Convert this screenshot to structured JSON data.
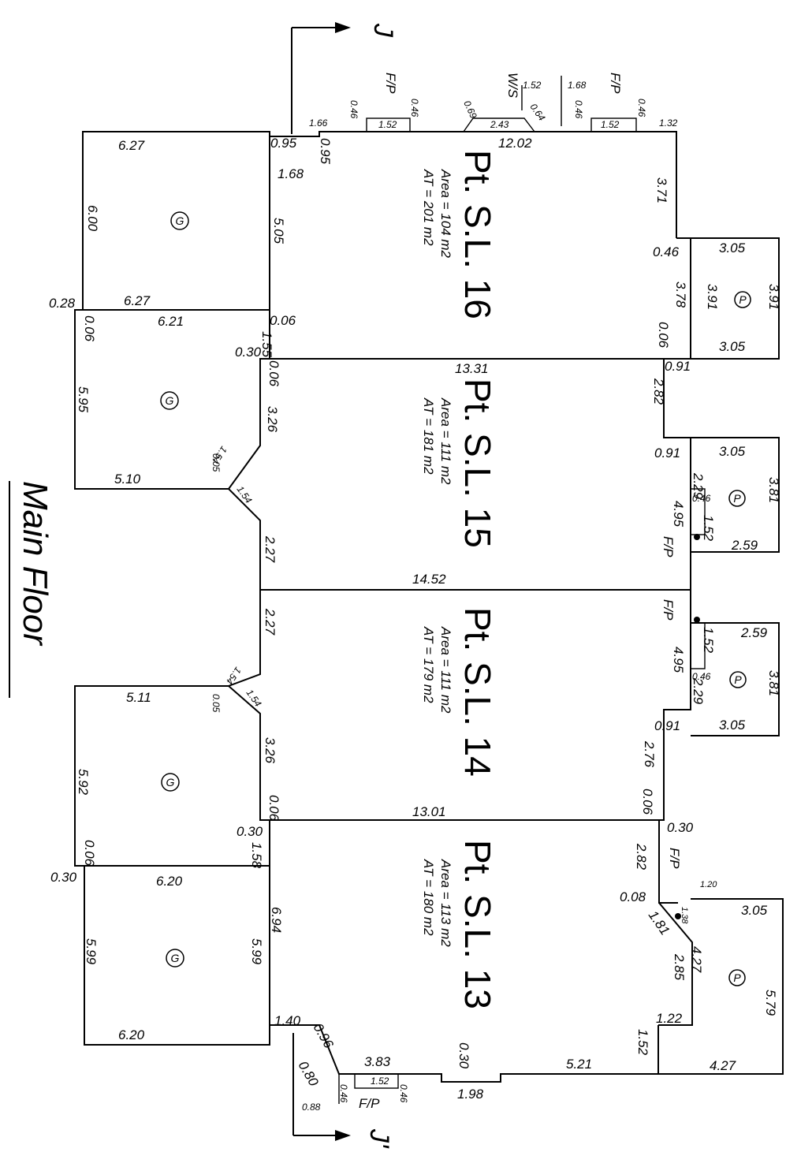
{
  "drawing": {
    "title": "Main Floor",
    "section_top": "J",
    "section_bottom": "J'",
    "units": [
      {
        "id": "16",
        "label": "Pt. S.L. 16",
        "area": "Area = 104 m2",
        "at": "AT = 201 m2"
      },
      {
        "id": "15",
        "label": "Pt. S.L. 15",
        "area": "Area = 111 m2",
        "at": "AT = 181 m2"
      },
      {
        "id": "14",
        "label": "Pt. S.L. 14",
        "area": "Area = 111 m2",
        "at": "AT = 179 m2"
      },
      {
        "id": "13",
        "label": "Pt. S.L. 13",
        "area": "Area = 113 m2",
        "at": "AT = 180 m2"
      }
    ],
    "garage_symbol": "G",
    "parking_symbol": "P",
    "fireplace": "F/P",
    "washer_sink": "W/S",
    "dims": {
      "d1202": "12.02",
      "d1331": "13.31",
      "d1452": "14.52",
      "d1301": "13.01",
      "d627a": "6.27",
      "d627b": "6.27",
      "d600": "6.00",
      "d505": "5.05",
      "d168": "1.68",
      "d095a": "0.95",
      "d095b": "0.95",
      "d166": "1.66",
      "d028": "0.28",
      "d621": "6.21",
      "d006a": "0.06",
      "d595": "5.95",
      "d510": "5.10",
      "d006b": "0.06",
      "d030a": "0.30",
      "d155": "1.55",
      "d006c": "0.06",
      "d326a": "3.26",
      "d154a": "1.54",
      "d005a": "0.05",
      "d154b": "1.54",
      "d227a": "2.27",
      "d227b": "2.27",
      "d154c": "1.54",
      "d154d": "1.54",
      "d005b": "0.05",
      "d511": "5.11",
      "d592": "5.92",
      "d326b": "3.26",
      "d006d": "0.06",
      "d006e": "0.06",
      "d030b": "0.30",
      "d158": "1.58",
      "d030c": "0.30",
      "d620a": "6.20",
      "d599a": "5.99",
      "d599b": "5.99",
      "d694": "6.94",
      "d620b": "6.20",
      "d140": "1.40",
      "d096": "0.96",
      "d080": "0.80",
      "d088": "0.88",
      "d383": "3.83",
      "d046e": "0.46",
      "d152e": "1.52",
      "d046f": "0.46",
      "d030d": "0.30",
      "d198": "1.98",
      "d521": "5.21",
      "d046a": "0.46",
      "d152a": "1.52",
      "d046b": "0.46",
      "d069a": "0.69",
      "d243": "2.43",
      "d064": "0.64",
      "d152b": "1.52",
      "d168b": "1.68",
      "d046c": "0.46",
      "d152c": "1.52",
      "d046d": "0.46",
      "d132": "1.32",
      "d371": "3.71",
      "d046g": "0.46",
      "d305a": "3.05",
      "d391a": "3.91",
      "d391b": "3.91",
      "d378": "3.78",
      "d006f": "0.06",
      "d305b": "3.05",
      "d091a": "0.91",
      "d282a": "2.82",
      "d091b": "0.91",
      "d305c": "3.05",
      "d381a": "3.81",
      "d229a": "2.29",
      "d046h": "0.46",
      "d152f": "1.52",
      "d495a": "4.95",
      "d259a": "2.59",
      "d259b": "2.59",
      "d152g": "1.52",
      "d495b": "4.95",
      "d046i": "0.46",
      "d381b": "3.81",
      "d229b": "2.29",
      "d305d": "3.05",
      "d091c": "0.91",
      "d276": "2.76",
      "d006g": "0.06",
      "d030e": "0.30",
      "d282b": "2.82",
      "d008": "0.08",
      "d120": "1.20",
      "d138": "1.38",
      "d181": "1.81",
      "d305e": "3.05",
      "d427a": "4.27",
      "d285": "2.85",
      "d579": "5.79",
      "d122": "1.22",
      "d152h": "1.52",
      "d427b": "4.27"
    }
  }
}
